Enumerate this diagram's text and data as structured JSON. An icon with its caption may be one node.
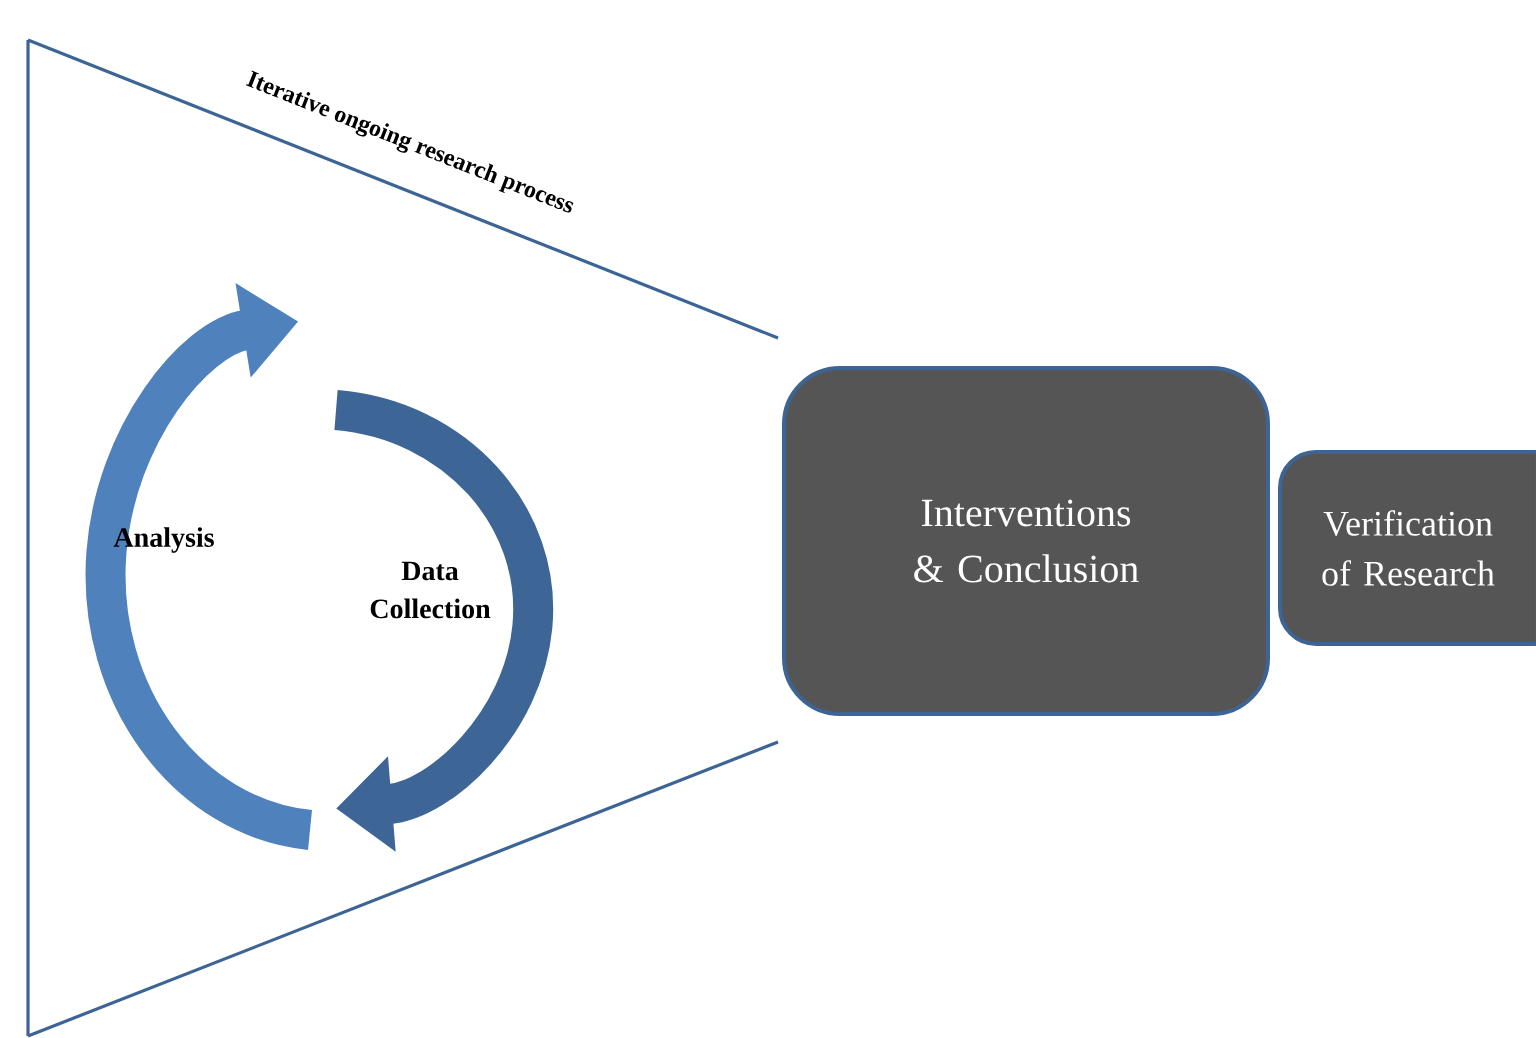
{
  "diagram": {
    "nodes": [
      {
        "text": [
          "Iterative ongoing research process"
        ]
      },
      {
        "text": [
          "Interventions & Conclusion"
        ]
      },
      {
        "text": [
          "Verification of Research"
        ]
      }
    ],
    "labels": [
      "Analysis",
      "Data Collection"
    ]
  }
}
